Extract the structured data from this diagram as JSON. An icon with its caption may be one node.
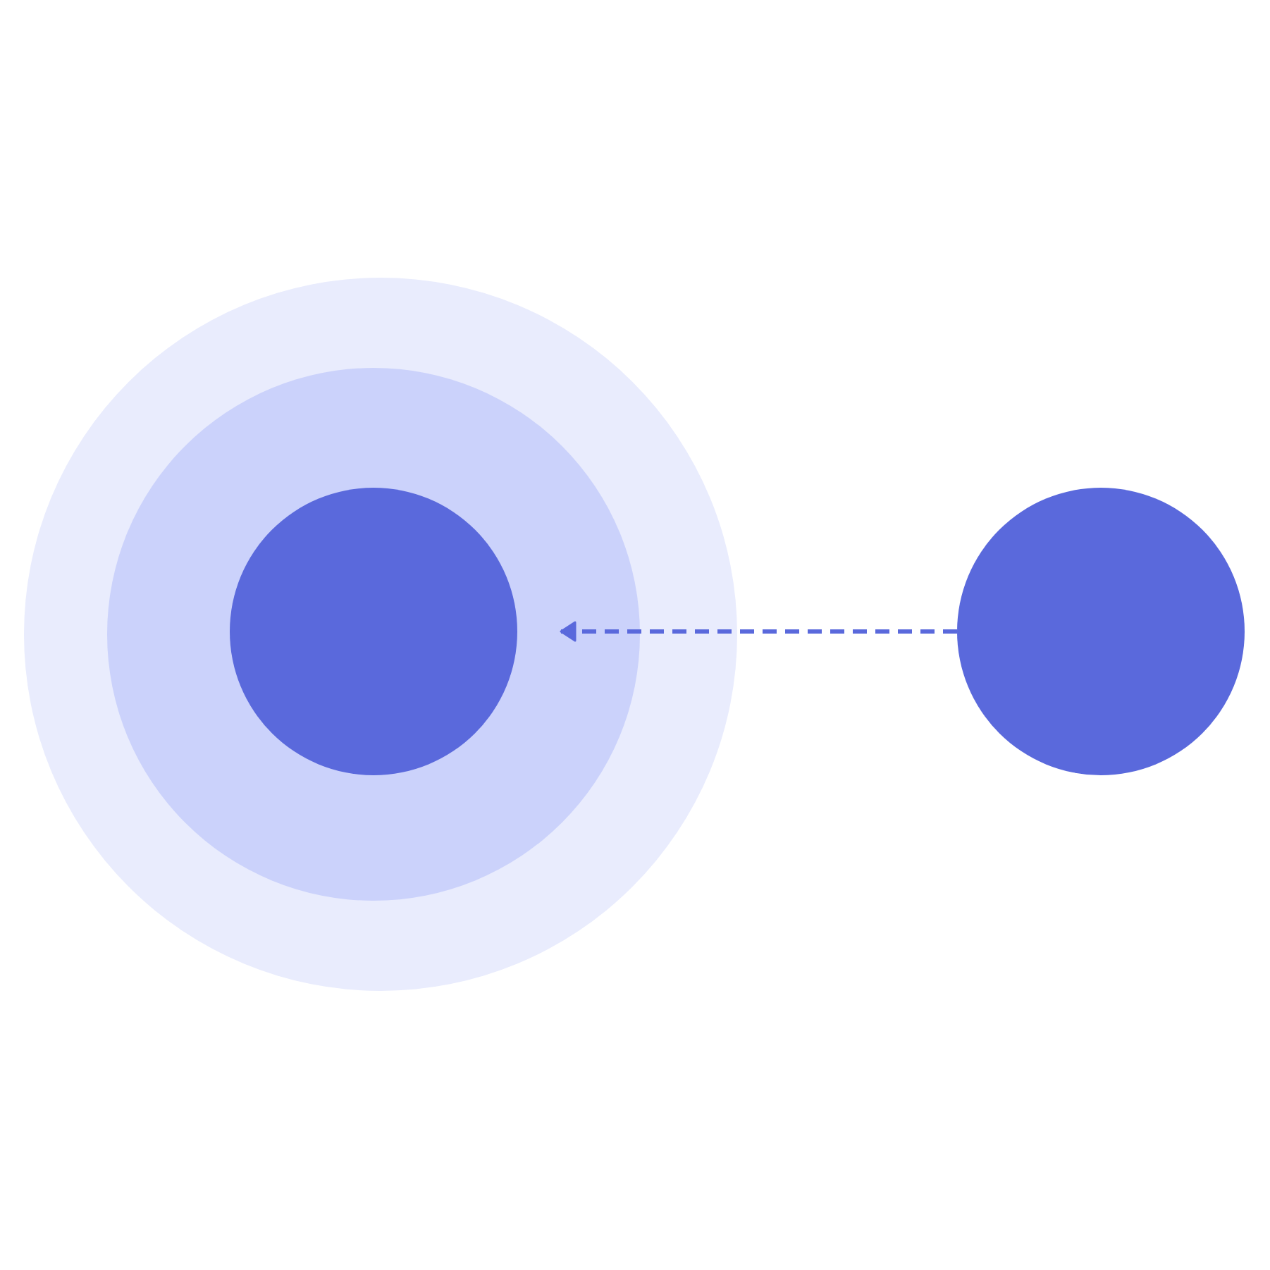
{
  "diagram": {
    "nodes": [
      {
        "text": [],
        "shape": "circle"
      },
      {
        "text": [],
        "shape": "circle",
        "in": 0
      },
      {
        "text": [],
        "shape": "circle",
        "in": 1
      },
      {
        "text": [],
        "shape": "circle"
      }
    ],
    "edges": [
      {
        "from": 3,
        "to": 2,
        "arrow": "to",
        "style": "dashed"
      }
    ]
  }
}
